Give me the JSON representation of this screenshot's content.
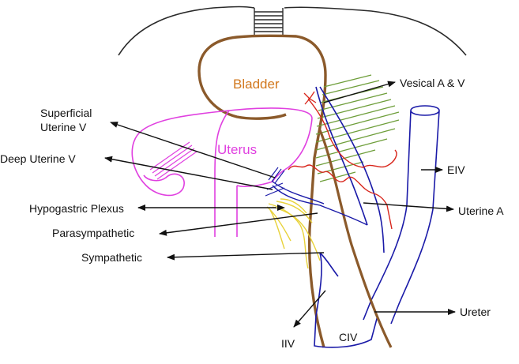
{
  "colors": {
    "outline": "#2a2a2a",
    "bladder": "#8b5a2b",
    "bladder_label": "#d2781e",
    "uterus": "#e040e0",
    "vessels_blue": "#1a1aa8",
    "artery_red": "#d8261c",
    "ureter": "#8b5a2b",
    "nerve_yellow": "#e8d23a",
    "hatch_green": "#6e9e3a",
    "label": "#111111"
  },
  "labels": {
    "bladder": "Bladder",
    "uterus": "Uterus",
    "vesical": "Vesical A & V",
    "superficial_line1": "Superficial",
    "superficial_line2": "Uterine V",
    "deep_uterine": "Deep Uterine V",
    "eiv": "EIV",
    "hypogastric": "Hypogastric Plexus",
    "uterine_a": "Uterine A",
    "parasympathetic": "Parasympathetic",
    "sympathetic": "Sympathetic",
    "ureter": "Ureter",
    "iiv": "IIV",
    "civ": "CIV"
  }
}
